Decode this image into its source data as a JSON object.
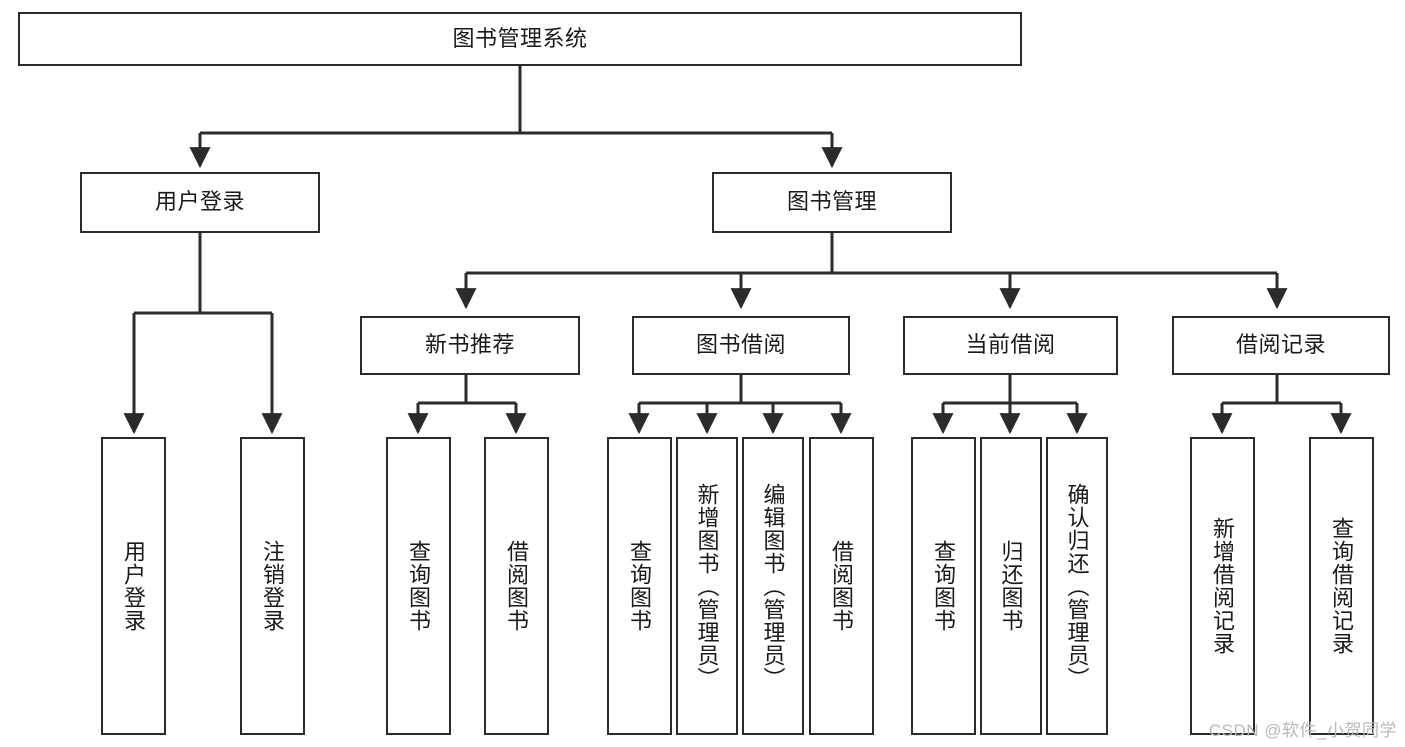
{
  "diagram": {
    "title": "图书管理系统",
    "type": "hierarchy-tree",
    "levels": 4,
    "colors": {
      "box_border": "#2b2b2b",
      "box_fill": "#ffffff",
      "connector": "#2b2b2b",
      "text": "#1a1a1a",
      "watermark": "#b9b9b9",
      "background": "#ffffff"
    },
    "nodes": {
      "root": {
        "label": "图书管理系统"
      },
      "level2": [
        {
          "id": "user-login",
          "label": "用户登录"
        },
        {
          "id": "book-manage",
          "label": "图书管理"
        }
      ],
      "level3": [
        {
          "id": "new-book-recommend",
          "label": "新书推荐"
        },
        {
          "id": "book-borrow",
          "label": "图书借阅"
        },
        {
          "id": "current-borrow",
          "label": "当前借阅"
        },
        {
          "id": "borrow-record",
          "label": "借阅记录"
        }
      ],
      "level4": {
        "user-login": [
          {
            "id": "leaf-user-login",
            "label": "用户登录"
          },
          {
            "id": "leaf-logout-login",
            "label": "注销登录"
          }
        ],
        "new-book-recommend": [
          {
            "id": "leaf-query-book-1",
            "label": "查询图书"
          },
          {
            "id": "leaf-borrow-book-1",
            "label": "借阅图书"
          }
        ],
        "book-borrow": [
          {
            "id": "leaf-query-book-2",
            "label": "查询图书"
          },
          {
            "id": "leaf-add-book",
            "label": "新增图书（管理员）"
          },
          {
            "id": "leaf-edit-book",
            "label": "编辑图书（管理员）"
          },
          {
            "id": "leaf-borrow-book-2",
            "label": "借阅图书"
          }
        ],
        "current-borrow": [
          {
            "id": "leaf-query-book-3",
            "label": "查询图书"
          },
          {
            "id": "leaf-return-book",
            "label": "归还图书"
          },
          {
            "id": "leaf-confirm-return",
            "label": "确认归还（管理员）"
          }
        ],
        "borrow-record": [
          {
            "id": "leaf-add-borrow-record",
            "label": "新增借阅记录"
          },
          {
            "id": "leaf-query-borrow-record",
            "label": "查询借阅记录"
          }
        ]
      }
    }
  },
  "watermark": {
    "text": "CSDN @软件_小贺同学"
  }
}
